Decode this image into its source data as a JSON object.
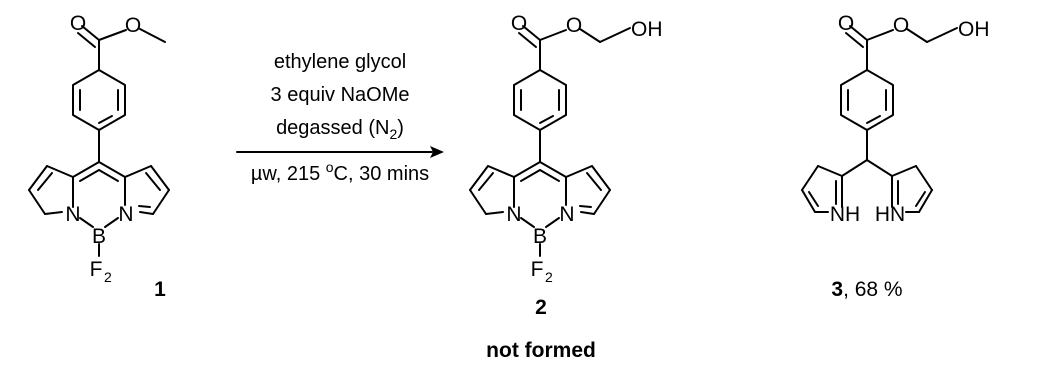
{
  "atoms": {
    "O": "O",
    "OH": "OH",
    "N": "N",
    "B": "B",
    "F": "F",
    "F_sub": "2",
    "NH": "NH",
    "HN": "HN"
  },
  "conditions": {
    "line1": "ethylene glycol",
    "line2": "3 equiv NaOMe",
    "line3_main": "degassed (N",
    "line3_sub": "2",
    "line3_end": ")",
    "line4_pre": "µw, 215 ",
    "line4_sup": "o",
    "line4_post": "C, 30 mins"
  },
  "compounds": {
    "c1_label": "1",
    "c2_label": "2",
    "c2_note": "not formed",
    "c3_label": "3",
    "c3_yield": ", 68 %"
  }
}
